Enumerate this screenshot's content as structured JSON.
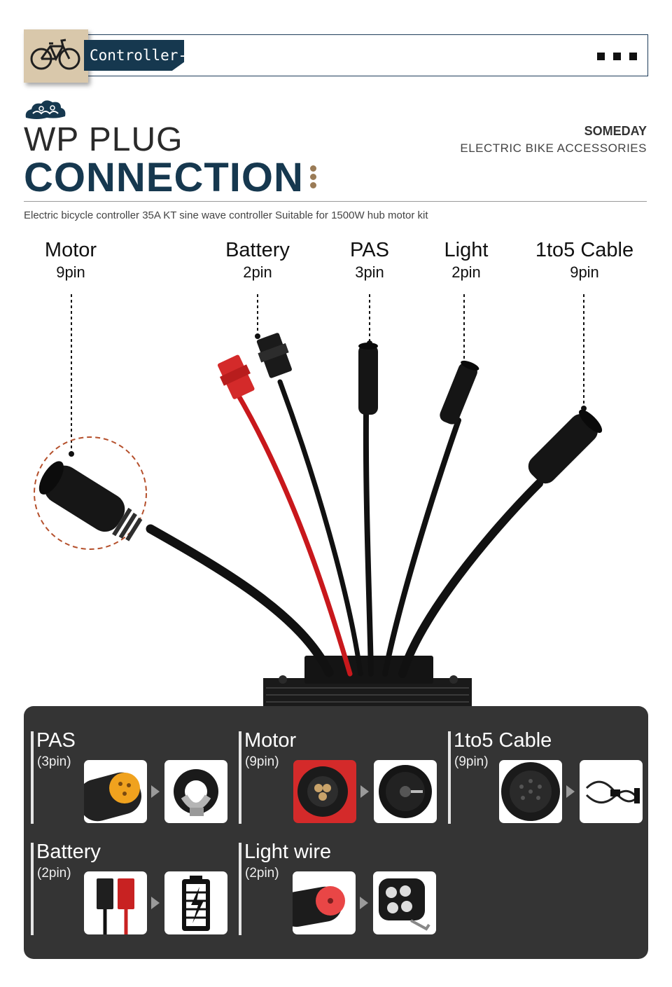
{
  "header": {
    "tab_label": "Controller-",
    "icon": "bicycle-icon",
    "menu_icon": "three-squares-icon"
  },
  "title": {
    "line1": "WP PLUG",
    "line2": "CONNECTION"
  },
  "brand": {
    "name": "SOMEDAY",
    "subtitle": "ELECTRIC BIKE ACCESSORIES"
  },
  "description": "Electric bicycle controller 35A KT sine wave controller Suitable for 1500W hub motor kit",
  "connectors": [
    {
      "name": "Motor",
      "pin": "9pin"
    },
    {
      "name": "Battery",
      "pin": "2pin"
    },
    {
      "name": "PAS",
      "pin": "3pin"
    },
    {
      "name": "Light",
      "pin": "2pin"
    },
    {
      "name": "1to5 Cable",
      "pin": "9pin"
    }
  ],
  "panel": {
    "groups": [
      {
        "name": "PAS",
        "pin": "(3pin)",
        "from": "pas-plug-icon",
        "to": "pas-sensor-icon"
      },
      {
        "name": "Motor",
        "pin": "(9pin)",
        "from": "motor-plug-icon",
        "to": "hub-motor-icon"
      },
      {
        "name": "1to5 Cable",
        "pin": "(9pin)",
        "from": "cable-plug-icon",
        "to": "splitter-cable-icon"
      },
      {
        "name": "Battery",
        "pin": "(2pin)",
        "from": "battery-plug-icon",
        "to": "battery-icon"
      },
      {
        "name": "Light wire",
        "pin": "(2pin)",
        "from": "light-plug-icon",
        "to": "headlight-icon"
      }
    ]
  },
  "colors": {
    "navy": "#16384f",
    "panel": "#343434",
    "accent_red": "#d42a2a",
    "connector_yellow": "#f0a21e"
  }
}
